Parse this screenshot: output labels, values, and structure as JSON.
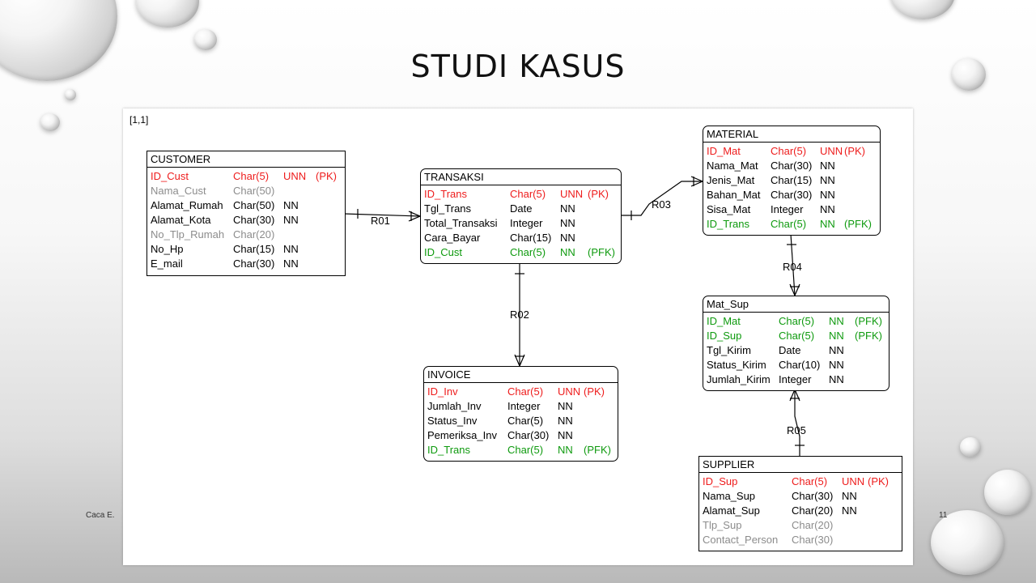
{
  "slide": {
    "title": "STUDI KASUS",
    "footer": "Caca E.",
    "page_number": "11"
  },
  "diagram": {
    "coord_label": "[1,1]",
    "relations": [
      {
        "label": "R01",
        "from": "CUSTOMER",
        "to": "TRANSAKSI"
      },
      {
        "label": "R02",
        "from": "TRANSAKSI",
        "to": "INVOICE"
      },
      {
        "label": "R03",
        "from": "TRANSAKSI",
        "to": "MATERIAL"
      },
      {
        "label": "R04",
        "from": "MATERIAL",
        "to": "Mat_Sup"
      },
      {
        "label": "R05",
        "from": "SUPPLIER",
        "to": "Mat_Sup"
      }
    ],
    "entities": {
      "customer": {
        "name": "CUSTOMER",
        "attributes": [
          {
            "name": "ID_Cust",
            "type": "Char(5)",
            "null": "UNN",
            "key": "(PK)",
            "color": "#ee1c1c"
          },
          {
            "name": "Nama_Cust",
            "type": "Char(50)",
            "null": "",
            "key": "",
            "color": "#8c8c8c"
          },
          {
            "name": "Alamat_Rumah",
            "type": "Char(50)",
            "null": "NN",
            "key": "",
            "color": "#000000"
          },
          {
            "name": "Alamat_Kota",
            "type": "Char(30)",
            "null": "NN",
            "key": "",
            "color": "#000000"
          },
          {
            "name": "No_Tlp_Rumah",
            "type": "Char(20)",
            "null": "",
            "key": "",
            "color": "#8c8c8c"
          },
          {
            "name": "No_Hp",
            "type": "Char(15)",
            "null": "NN",
            "key": "",
            "color": "#000000"
          },
          {
            "name": "E_mail",
            "type": "Char(30)",
            "null": "NN",
            "key": "",
            "color": "#000000"
          }
        ]
      },
      "transaksi": {
        "name": "TRANSAKSI",
        "attributes": [
          {
            "name": "ID_Trans",
            "type": "Char(5)",
            "null": "UNN",
            "key": "(PK)",
            "color": "#ee1c1c"
          },
          {
            "name": "Tgl_Trans",
            "type": "Date",
            "null": "NN",
            "key": "",
            "color": "#000000"
          },
          {
            "name": "Total_Transaksi",
            "type": "Integer",
            "null": "NN",
            "key": "",
            "color": "#000000"
          },
          {
            "name": "Cara_Bayar",
            "type": "Char(15)",
            "null": "NN",
            "key": "",
            "color": "#000000"
          },
          {
            "name": "ID_Cust",
            "type": "Char(5)",
            "null": "NN",
            "key": "(PFK)",
            "color": "#0e9a0e"
          }
        ]
      },
      "invoice": {
        "name": "INVOICE",
        "attributes": [
          {
            "name": "ID_Inv",
            "type": "Char(5)",
            "null": "UNN",
            "key": "(PK)",
            "color": "#ee1c1c"
          },
          {
            "name": "Jumlah_Inv",
            "type": "Integer",
            "null": "NN",
            "key": "",
            "color": "#000000"
          },
          {
            "name": "Status_Inv",
            "type": "Char(5)",
            "null": "NN",
            "key": "",
            "color": "#000000"
          },
          {
            "name": "Pemeriksa_Inv",
            "type": "Char(30)",
            "null": "NN",
            "key": "",
            "color": "#000000"
          },
          {
            "name": "ID_Trans",
            "type": "Char(5)",
            "null": "NN",
            "key": "(PFK)",
            "color": "#0e9a0e"
          }
        ]
      },
      "material": {
        "name": "MATERIAL",
        "attributes": [
          {
            "name": "ID_Mat",
            "type": "Char(5)",
            "null": "UNN",
            "key": "(PK)",
            "color": "#ee1c1c"
          },
          {
            "name": "Nama_Mat",
            "type": "Char(30)",
            "null": "NN",
            "key": "",
            "color": "#000000"
          },
          {
            "name": "Jenis_Mat",
            "type": "Char(15)",
            "null": "NN",
            "key": "",
            "color": "#000000"
          },
          {
            "name": "Bahan_Mat",
            "type": "Char(30)",
            "null": "NN",
            "key": "",
            "color": "#000000"
          },
          {
            "name": "Sisa_Mat",
            "type": "Integer",
            "null": "NN",
            "key": "",
            "color": "#000000"
          },
          {
            "name": "ID_Trans",
            "type": "Char(5)",
            "null": "NN",
            "key": "(PFK)",
            "color": "#0e9a0e"
          }
        ]
      },
      "mat_sup": {
        "name": "Mat_Sup",
        "attributes": [
          {
            "name": "ID_Mat",
            "type": "Char(5)",
            "null": "NN",
            "key": "(PFK)",
            "color": "#0e9a0e"
          },
          {
            "name": "ID_Sup",
            "type": "Char(5)",
            "null": "NN",
            "key": "(PFK)",
            "color": "#0e9a0e"
          },
          {
            "name": "Tgl_Kirim",
            "type": "Date",
            "null": "NN",
            "key": "",
            "color": "#000000"
          },
          {
            "name": "Status_Kirim",
            "type": "Char(10)",
            "null": "NN",
            "key": "",
            "color": "#000000"
          },
          {
            "name": "Jumlah_Kirim",
            "type": "Integer",
            "null": "NN",
            "key": "",
            "color": "#000000"
          }
        ]
      },
      "supplier": {
        "name": "SUPPLIER",
        "attributes": [
          {
            "name": "ID_Sup",
            "type": "Char(5)",
            "null": "UNN",
            "key": "(PK)",
            "color": "#ee1c1c"
          },
          {
            "name": "Nama_Sup",
            "type": "Char(30)",
            "null": "NN",
            "key": "",
            "color": "#000000"
          },
          {
            "name": "Alamat_Sup",
            "type": "Char(20)",
            "null": "NN",
            "key": "",
            "color": "#000000"
          },
          {
            "name": "Tlp_Sup",
            "type": "Char(20)",
            "null": "",
            "key": "",
            "color": "#8c8c8c"
          },
          {
            "name": "Contact_Person",
            "type": "Char(30)",
            "null": "",
            "key": "",
            "color": "#8c8c8c"
          }
        ]
      }
    }
  }
}
